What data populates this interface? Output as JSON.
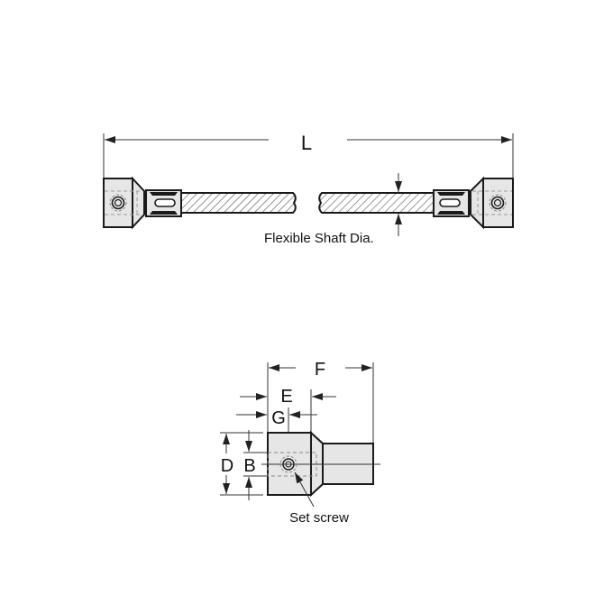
{
  "top_view": {
    "overall_length_label": "L",
    "shaft_label": "Flexible Shaft Dia."
  },
  "detail_view": {
    "dimension_labels": {
      "F": "F",
      "E": "E",
      "G": "G",
      "D": "D",
      "B": "B"
    },
    "set_screw_label": "Set screw"
  },
  "colors": {
    "body_fill": "#e6e6e6",
    "outline": "#1a1a1a",
    "dim_line": "#333333"
  }
}
